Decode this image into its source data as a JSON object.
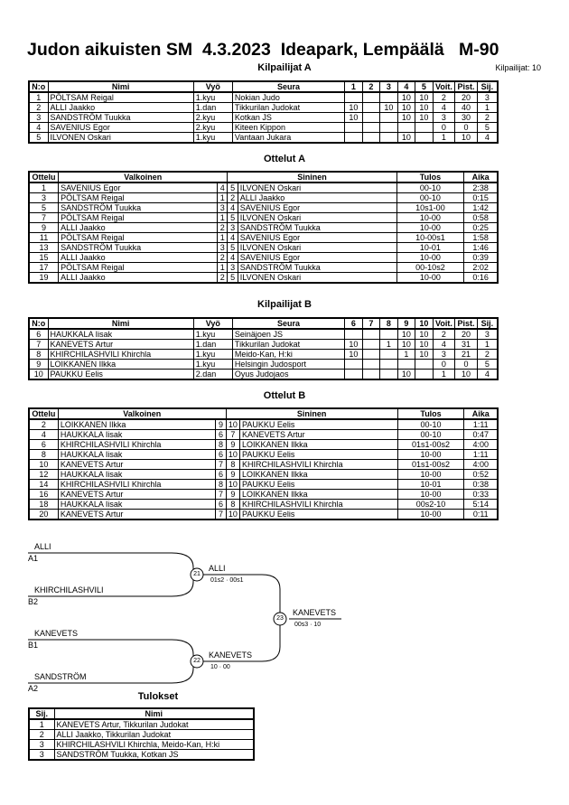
{
  "title": {
    "part1": "Judon aikuisten SM",
    "date": "4.3.2023",
    "venue": "Ideapark, Lempäälä",
    "weight": "M-90"
  },
  "pool_a_title": "Kilpailijat A",
  "competitor_count": "Kilpailijat: 10",
  "comp_headers": [
    "N:o",
    "Nimi",
    "Vyö",
    "Seura"
  ],
  "round_headers_a": [
    "1",
    "2",
    "3",
    "4",
    "5"
  ],
  "round_headers_b": [
    "6",
    "7",
    "8",
    "9",
    "10"
  ],
  "stat_headers": [
    "Voit.",
    "Pist.",
    "Sij."
  ],
  "pool_a": [
    {
      "no": "1",
      "name": "PÖLTSAM Reigal",
      "belt": "1.kyu",
      "club": "Nokian Judo",
      "r": [
        "",
        "",
        "",
        "10",
        "10"
      ],
      "wins": "2",
      "pts": "20",
      "place": "3"
    },
    {
      "no": "2",
      "name": "ALLI Jaakko",
      "belt": "1.dan",
      "club": "Tikkurilan Judokat",
      "r": [
        "10",
        "",
        "10",
        "10",
        "10"
      ],
      "wins": "4",
      "pts": "40",
      "place": "1"
    },
    {
      "no": "3",
      "name": "SANDSTRÖM Tuukka",
      "belt": "2.kyu",
      "club": "Kotkan JS",
      "r": [
        "10",
        "",
        "",
        "10",
        "10"
      ],
      "wins": "3",
      "pts": "30",
      "place": "2"
    },
    {
      "no": "4",
      "name": "SAVENIUS Egor",
      "belt": "2.kyu",
      "club": "Kiteen Kippon",
      "r": [
        "",
        "",
        "",
        "",
        ""
      ],
      "wins": "0",
      "pts": "0",
      "place": "5"
    },
    {
      "no": "5",
      "name": "ILVONEN Oskari",
      "belt": "1.kyu",
      "club": "Vantaan Jukara",
      "r": [
        "",
        "",
        "",
        "10",
        ""
      ],
      "wins": "1",
      "pts": "10",
      "place": "4"
    }
  ],
  "matches_a_title": "Ottelut A",
  "match_headers": [
    "Ottelu",
    "Valkoinen",
    "Sininen",
    "Tulos",
    "Aika"
  ],
  "matches_a": [
    {
      "no": "1",
      "white": "SAVENIUS Egor",
      "w": "4",
      "b": "5",
      "blue": "ILVONEN Oskari",
      "result": "00-10",
      "time": "2:38"
    },
    {
      "no": "3",
      "white": "PÖLTSAM Reigal",
      "w": "1",
      "b": "2",
      "blue": "ALLI Jaakko",
      "result": "00-10",
      "time": "0:15"
    },
    {
      "no": "5",
      "white": "SANDSTRÖM Tuukka",
      "w": "3",
      "b": "4",
      "blue": "SAVENIUS Egor",
      "result": "10s1-00",
      "time": "1:42"
    },
    {
      "no": "7",
      "white": "PÖLTSAM Reigal",
      "w": "1",
      "b": "5",
      "blue": "ILVONEN Oskari",
      "result": "10-00",
      "time": "0:58"
    },
    {
      "no": "9",
      "white": "ALLI Jaakko",
      "w": "2",
      "b": "3",
      "blue": "SANDSTRÖM Tuukka",
      "result": "10-00",
      "time": "0:25"
    },
    {
      "no": "11",
      "white": "PÖLTSAM Reigal",
      "w": "1",
      "b": "4",
      "blue": "SAVENIUS Egor",
      "result": "10-00s1",
      "time": "1:58"
    },
    {
      "no": "13",
      "white": "SANDSTRÖM Tuukka",
      "w": "3",
      "b": "5",
      "blue": "ILVONEN Oskari",
      "result": "10-01",
      "time": "1:46"
    },
    {
      "no": "15",
      "white": "ALLI Jaakko",
      "w": "2",
      "b": "4",
      "blue": "SAVENIUS Egor",
      "result": "10-00",
      "time": "0:39"
    },
    {
      "no": "17",
      "white": "PÖLTSAM Reigal",
      "w": "1",
      "b": "3",
      "blue": "SANDSTRÖM Tuukka",
      "result": "00-10s2",
      "time": "2:02"
    },
    {
      "no": "19",
      "white": "ALLI Jaakko",
      "w": "2",
      "b": "5",
      "blue": "ILVONEN Oskari",
      "result": "10-00",
      "time": "0:16"
    }
  ],
  "pool_b_title": "Kilpailijat B",
  "pool_b": [
    {
      "no": "6",
      "name": "HAUKKALA Iisak",
      "belt": "1.kyu",
      "club": "Seinäjoen JS",
      "r": [
        "",
        "",
        "",
        "10",
        "10"
      ],
      "wins": "2",
      "pts": "20",
      "place": "3"
    },
    {
      "no": "7",
      "name": "KANEVETS Artur",
      "belt": "1.dan",
      "club": "Tikkurilan Judokat",
      "r": [
        "10",
        "",
        "1",
        "10",
        "10"
      ],
      "wins": "4",
      "pts": "31",
      "place": "1"
    },
    {
      "no": "8",
      "name": "KHIRCHILASHVILI Khirchla",
      "belt": "1.kyu",
      "club": "Meido-Kan, H:ki",
      "r": [
        "10",
        "",
        "",
        "1",
        "10"
      ],
      "wins": "3",
      "pts": "21",
      "place": "2"
    },
    {
      "no": "9",
      "name": "LOIKKANEN Ilkka",
      "belt": "1.kyu",
      "club": "Helsingin Judosport",
      "r": [
        "",
        "",
        "",
        "",
        ""
      ],
      "wins": "0",
      "pts": "0",
      "place": "5"
    },
    {
      "no": "10",
      "name": "PAUKKU Eelis",
      "belt": "2.dan",
      "club": "Oyus Judojaos",
      "r": [
        "",
        "",
        "",
        "10",
        ""
      ],
      "wins": "1",
      "pts": "10",
      "place": "4"
    }
  ],
  "matches_b_title": "Ottelut B",
  "matches_b": [
    {
      "no": "2",
      "white": "LOIKKANEN Ilkka",
      "w": "9",
      "b": "10",
      "blue": "PAUKKU Eelis",
      "result": "00-10",
      "time": "1:11"
    },
    {
      "no": "4",
      "white": "HAUKKALA Iisak",
      "w": "6",
      "b": "7",
      "blue": "KANEVETS Artur",
      "result": "00-10",
      "time": "0:47"
    },
    {
      "no": "6",
      "white": "KHIRCHILASHVILI Khirchla",
      "w": "8",
      "b": "9",
      "blue": "LOIKKANEN Ilkka",
      "result": "01s1-00s2",
      "time": "4:00"
    },
    {
      "no": "8",
      "white": "HAUKKALA Iisak",
      "w": "6",
      "b": "10",
      "blue": "PAUKKU Eelis",
      "result": "10-00",
      "time": "1:11"
    },
    {
      "no": "10",
      "white": "KANEVETS Artur",
      "w": "7",
      "b": "8",
      "blue": "KHIRCHILASHVILI Khirchla",
      "result": "01s1-00s2",
      "time": "4:00"
    },
    {
      "no": "12",
      "white": "HAUKKALA Iisak",
      "w": "6",
      "b": "9",
      "blue": "LOIKKANEN Ilkka",
      "result": "10-00",
      "time": "0:52"
    },
    {
      "no": "14",
      "white": "KHIRCHILASHVILI Khirchla",
      "w": "8",
      "b": "10",
      "blue": "PAUKKU Eelis",
      "result": "10-01",
      "time": "0:38"
    },
    {
      "no": "16",
      "white": "KANEVETS Artur",
      "w": "7",
      "b": "9",
      "blue": "LOIKKANEN Ilkka",
      "result": "10-00",
      "time": "0:33"
    },
    {
      "no": "18",
      "white": "HAUKKALA Iisak",
      "w": "6",
      "b": "8",
      "blue": "KHIRCHILASHVILI Khirchla",
      "result": "00s2-10",
      "time": "5:14"
    },
    {
      "no": "20",
      "white": "KANEVETS Artur",
      "w": "7",
      "b": "10",
      "blue": "PAUKKU Eelis",
      "result": "10-00",
      "time": "0:11"
    }
  ],
  "bracket": {
    "sf1_top": "ALLI",
    "sf1_top_seed": "A1",
    "sf1_bottom": "KHIRCHILASHVILI",
    "sf1_bottom_seed": "B2",
    "sf1_no": "21",
    "sf1_winner": "ALLI",
    "sf1_score": "01s2 · 00s1",
    "sf2_top": "KANEVETS",
    "sf2_top_seed": "B1",
    "sf2_bottom": "SANDSTRÖM",
    "sf2_bottom_seed": "A2",
    "sf2_no": "22",
    "sf2_winner": "KANEVETS",
    "sf2_score": "10 · 00",
    "final_no": "23",
    "final_winner": "KANEVETS",
    "final_score": "00s3 · 10"
  },
  "results_title": "Tulokset",
  "results_headers": [
    "Sij.",
    "Nimi"
  ],
  "results": [
    {
      "place": "1",
      "name": "KANEVETS Artur, Tikkurilan Judokat"
    },
    {
      "place": "2",
      "name": "ALLI Jaakko, Tikkurilan Judokat"
    },
    {
      "place": "3",
      "name": "KHIRCHILASHVILI Khirchla, Meido-Kan, H:ki"
    },
    {
      "place": "3",
      "name": "SANDSTRÖM Tuukka, Kotkan JS"
    }
  ]
}
